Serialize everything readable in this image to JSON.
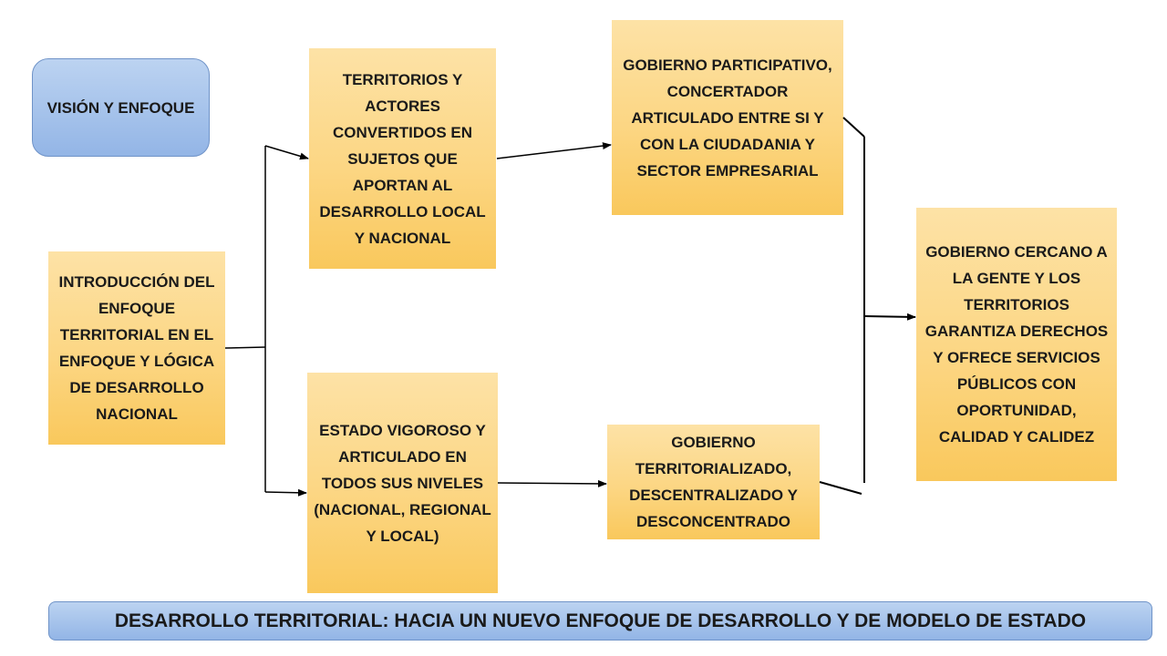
{
  "vision": "VISIÓN Y ENFOQUE",
  "intro": "INTRODUCCIÓN DEL ENFOQUE TERRITORIAL EN EL ENFOQUE Y LÓGICA DE DESARROLLO NACIONAL",
  "territorios": "TERRITORIOS Y ACTORES CONVERTIDOS EN SUJETOS QUE APORTAN AL DESARROLLO LOCAL Y NACIONAL",
  "estado": "ESTADO VIGOROSO Y ARTICULADO EN TODOS SUS NIVELES (NACIONAL, REGIONAL Y LOCAL)",
  "participativo": "GOBIERNO PARTICIPATIVO, CONCERTADOR ARTICULADO ENTRE SI Y CON LA CIUDADANIA Y SECTOR EMPRESARIAL",
  "territorializado": "GOBIERNO TERRITORIALIZADO, DESCENTRALIZADO Y DESCONCENTRADO",
  "cercano": "GOBIERNO CERCANO A LA GENTE Y LOS TERRITORIOS GARANTIZA DERECHOS Y OFRECE SERVICIOS PÚBLICOS CON OPORTUNIDAD, CALIDAD Y CALIDEZ",
  "footer": "DESARROLLO TERRITORIAL: HACIA UN NUEVO ENFOQUE DE DESARROLLO Y DE MODELO DE ESTADO",
  "colors": {
    "box_fill": "#fcd683",
    "label_fill": "#93b5e6",
    "connector": "#000000"
  }
}
